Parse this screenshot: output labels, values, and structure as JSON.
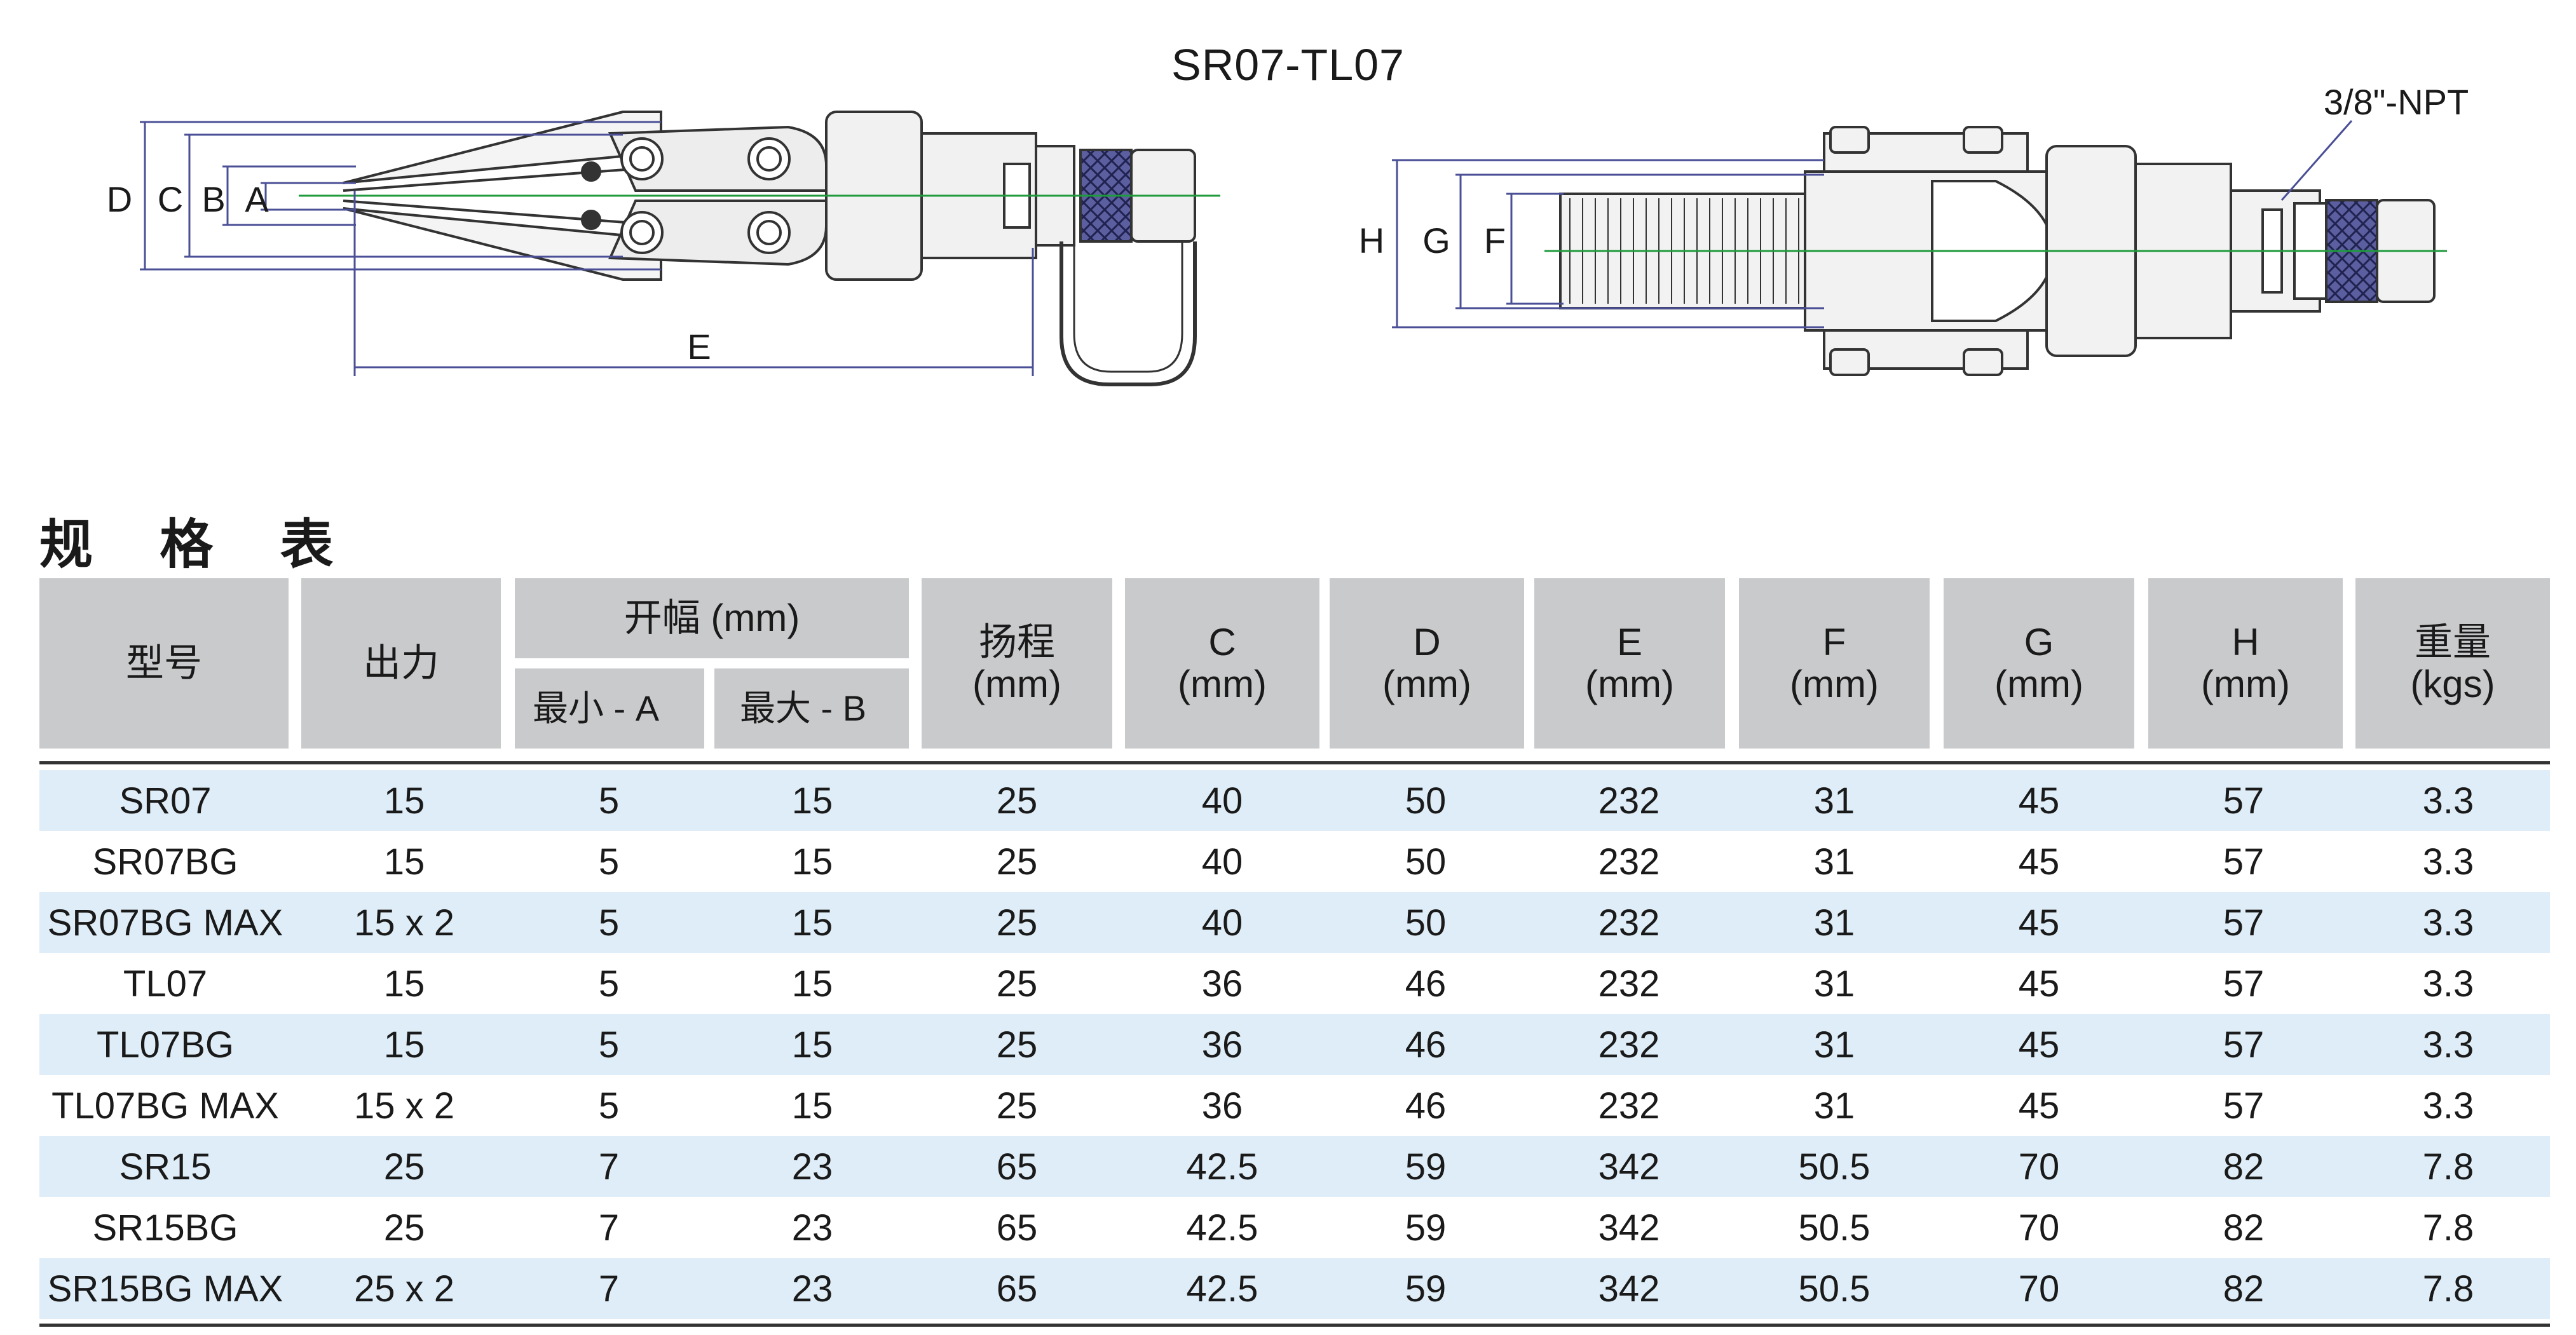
{
  "figure": {
    "title": "SR07-TL07",
    "left_dims": [
      "D",
      "C",
      "B",
      "A",
      "E"
    ],
    "right_dims": [
      "H",
      "G",
      "F"
    ],
    "port_label": "3/8\"-NPT",
    "colors": {
      "dimension_line": "#4a4f96",
      "center_line": "#1f9a3c",
      "outline": "#333333"
    }
  },
  "table": {
    "title": "规 格 表",
    "headers": {
      "model": "型号",
      "force": "出力",
      "opening": "开幅 (mm)",
      "min_a": "最小 - A",
      "max_b": "最大 - B",
      "stroke": [
        "扬程",
        "(mm)"
      ],
      "c": [
        "C",
        "(mm)"
      ],
      "d": [
        "D",
        "(mm)"
      ],
      "e": [
        "E",
        "(mm)"
      ],
      "f": [
        "F",
        "(mm)"
      ],
      "g": [
        "G",
        "(mm)"
      ],
      "h": [
        "H",
        "(mm)"
      ],
      "weight": [
        "重量",
        "(kgs)"
      ]
    },
    "rows": [
      [
        "SR07",
        "15",
        "5",
        "15",
        "25",
        "40",
        "50",
        "232",
        "31",
        "45",
        "57",
        "3.3"
      ],
      [
        "SR07BG",
        "15",
        "5",
        "15",
        "25",
        "40",
        "50",
        "232",
        "31",
        "45",
        "57",
        "3.3"
      ],
      [
        "SR07BG MAX",
        "15 x 2",
        "5",
        "15",
        "25",
        "40",
        "50",
        "232",
        "31",
        "45",
        "57",
        "3.3"
      ],
      [
        "TL07",
        "15",
        "5",
        "15",
        "25",
        "36",
        "46",
        "232",
        "31",
        "45",
        "57",
        "3.3"
      ],
      [
        "TL07BG",
        "15",
        "5",
        "15",
        "25",
        "36",
        "46",
        "232",
        "31",
        "45",
        "57",
        "3.3"
      ],
      [
        "TL07BG MAX",
        "15 x 2",
        "5",
        "15",
        "25",
        "36",
        "46",
        "232",
        "31",
        "45",
        "57",
        "3.3"
      ],
      [
        "SR15",
        "25",
        "7",
        "23",
        "65",
        "42.5",
        "59",
        "342",
        "50.5",
        "70",
        "82",
        "7.8"
      ],
      [
        "SR15BG",
        "25",
        "7",
        "23",
        "65",
        "42.5",
        "59",
        "342",
        "50.5",
        "70",
        "82",
        "7.8"
      ],
      [
        "SR15BG MAX",
        "25 x 2",
        "7",
        "23",
        "65",
        "42.5",
        "59",
        "342",
        "50.5",
        "70",
        "82",
        "7.8"
      ]
    ],
    "row_tint": "#deedf7",
    "header_fill": "#c9cacc"
  }
}
